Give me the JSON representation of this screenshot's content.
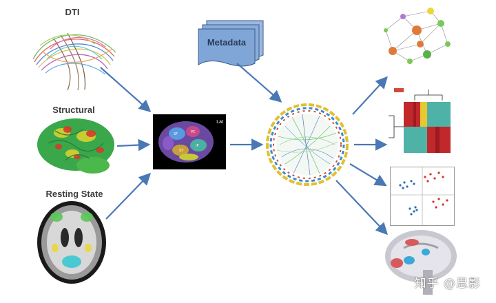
{
  "inputs": {
    "dti_label": "DTI",
    "structural_label": "Structural",
    "resting_label": "Resting State"
  },
  "metadata_label": "Metadata",
  "center_panel": {
    "lat_label": "Lat"
  },
  "watermark": "知乎 @思影",
  "colors": {
    "arrow": "#4a78b5",
    "metadata_fill": "#7fa6d6",
    "heat_red": "#c0282b",
    "heat_teal": "#4fb2a6",
    "scatter_red": "#d8302a",
    "scatter_blue": "#2a6fb6"
  }
}
